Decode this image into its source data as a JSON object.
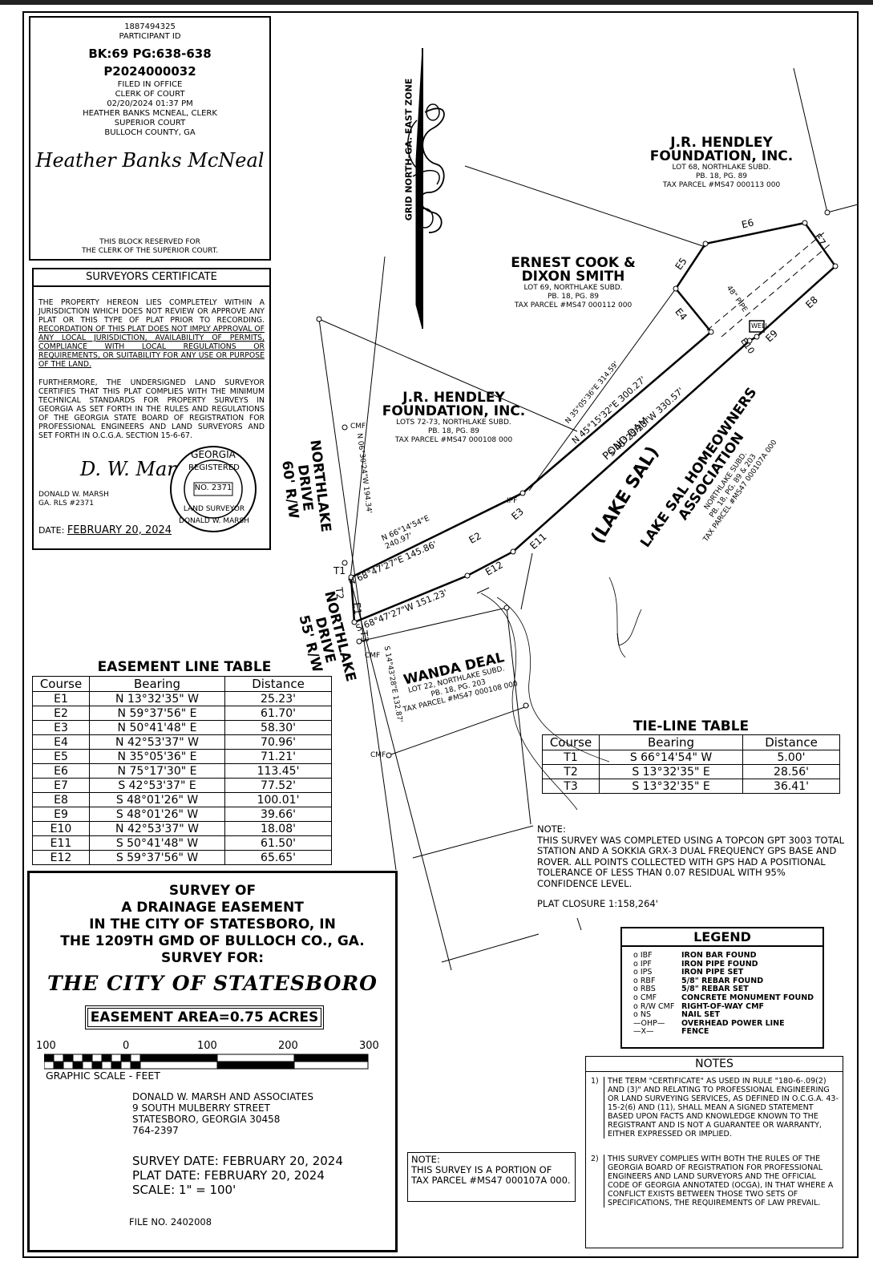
{
  "clerk_block": {
    "participant_id": "1887494325",
    "participant_label": "PARTICIPANT ID",
    "book_page": "BK:69 PG:638-638",
    "instrument": "P2024000032",
    "filed_lines": [
      "FILED IN OFFICE",
      "CLERK OF COURT",
      "02/20/2024 01:37 PM",
      "HEATHER BANKS MCNEAL, CLERK",
      "SUPERIOR COURT",
      "BULLOCH COUNTY, GA"
    ],
    "signature": "Heather Banks McNeal",
    "reserved_lines": [
      "THIS BLOCK RESERVED FOR",
      "THE CLERK OF THE SUPERIOR COURT."
    ]
  },
  "surveyor_cert": {
    "title": "SURVEYORS CERTIFICATE",
    "para1_plain": "THE PROPERTY HEREON LIES COMPLETELY WITHIN A JURISDICTION WHICH DOES NOT REVIEW OR APPROVE ANY PLAT OR THIS TYPE OF PLAT PRIOR TO RECORDING.",
    "para1_underlined": "RECORDATION OF THIS PLAT DOES NOT IMPLY APPROVAL OF ANY LOCAL JURISDICTION, AVAILABILITY OF PERMITS, COMPLIANCE WITH LOCAL REGULATIONS OR REQUIREMENTS, OR SUITABILITY FOR ANY USE OR PURPOSE OF THE LAND.",
    "para2": "FURTHERMORE, THE UNDERSIGNED LAND SURVEYOR CERTIFIES THAT THIS PLAT COMPLIES WITH THE MINIMUM TECHNICAL STANDARDS FOR PROPERTY SURVEYS IN GEORGIA AS SET FORTH IN THE RULES AND REGULATIONS OF THE GEORGIA STATE BOARD OF REGISTRATION FOR PROFESSIONAL ENGINEERS AND LAND SURVEYORS AND SET FORTH IN O.C.G.A. SECTION 15-6-67.",
    "surveyor_name": "DONALD W. MARSH",
    "rls": "GA. RLS #2371",
    "date_label": "DATE:",
    "date_value": "FEBRUARY 20, 2024",
    "seal_top": "GEORGIA",
    "seal_registered": "REGISTERED",
    "seal_no": "NO. 2371",
    "seal_lower": "LAND SURVEYOR",
    "seal_name": "DONALD W. MARSH"
  },
  "north_label": "GRID NORTH-GA. EAST ZONE",
  "parcels": {
    "hendley_top": {
      "name1": "J.R. HENDLEY",
      "name2": "FOUNDATION, INC.",
      "l1": "LOT 68, NORTHLAKE SUBD.",
      "l2": "PB. 18, PG. 89",
      "l3": "TAX PARCEL #MS47 000113 000"
    },
    "cook": {
      "name1": "ERNEST COOK &",
      "name2": "DIXON SMITH",
      "l1": "LOT 69, NORTHLAKE SUBD.",
      "l2": "PB. 18, PG. 89",
      "l3": "TAX PARCEL #MS47 000112 000"
    },
    "hendley_mid": {
      "name1": "J.R. HENDLEY",
      "name2": "FOUNDATION, INC.",
      "l1": "LOTS 72-73, NORTHLAKE SUBD.",
      "l2": "PB. 18, PG. 89",
      "l3": "TAX PARCEL #MS47 000108 000"
    },
    "wanda": {
      "name1": "WANDA DEAL",
      "l1": "LOT 22, NORTHLAKE SUBD.",
      "l2": "PB. 18, PG. 203",
      "l3": "TAX PARCEL #MS47 000108 000"
    },
    "lakesal": {
      "name1": "LAKE SAL HOMEOWNERS ASSOCIATION",
      "l1": "NORTHLAKE SUBD.",
      "l2": "PB. 18, PG. 89 & 203",
      "l3": "TAX PARCEL #MS47 000107A 000",
      "lake": "(LAKE SAL)"
    }
  },
  "map_labels": {
    "road1a": "NORTHLAKE DRIVE",
    "road1b": "60' R/W",
    "road2a": "NORTHLAKE DRIVE",
    "road2b": "55' R/W",
    "pond_dam": "POND DAM",
    "b1": "N 45°15'32\"E 300.27'",
    "b2": "S 45°25'23\"W 330.57'",
    "b3": "N 35°05'36\"E 314.59'",
    "b4": "N 66°14'54\"E 240.97'",
    "b5": "N 68°47'27\"E 145.86'",
    "b6": "S 68°47'27\"W 151.23'",
    "b7": "N 06°30'24\"W 194.34'",
    "b8": "S 14°43'28\"E 132.87'",
    "pipe": "48\" PIPE",
    "well": "WELL",
    "cmf": "CMF",
    "ipf": "IPF",
    "e_labels": [
      "E1",
      "E2",
      "E3",
      "E4",
      "E5",
      "E6",
      "E7",
      "E8",
      "E9",
      "E10",
      "E11",
      "E12"
    ],
    "t_labels": [
      "T1",
      "T2",
      "T3"
    ]
  },
  "easement_table": {
    "title": "EASEMENT LINE TABLE",
    "headers": [
      "Course",
      "Bearing",
      "Distance"
    ],
    "rows": [
      [
        "E1",
        "N 13°32'35\" W",
        "25.23'"
      ],
      [
        "E2",
        "N 59°37'56\" E",
        "61.70'"
      ],
      [
        "E3",
        "N 50°41'48\" E",
        "58.30'"
      ],
      [
        "E4",
        "N 42°53'37\" W",
        "70.96'"
      ],
      [
        "E5",
        "N 35°05'36\" E",
        "71.21'"
      ],
      [
        "E6",
        "N 75°17'30\" E",
        "113.45'"
      ],
      [
        "E7",
        "S 42°53'37\" E",
        "77.52'"
      ],
      [
        "E8",
        "S 48°01'26\" W",
        "100.01'"
      ],
      [
        "E9",
        "S 48°01'26\" W",
        "39.66'"
      ],
      [
        "E10",
        "N 42°53'37\" W",
        "18.08'"
      ],
      [
        "E11",
        "S 50°41'48\" W",
        "61.50'"
      ],
      [
        "E12",
        "S 59°37'56\" W",
        "65.65'"
      ]
    ]
  },
  "tie_table": {
    "title": "TIE-LINE TABLE",
    "headers": [
      "Course",
      "Bearing",
      "Distance"
    ],
    "rows": [
      [
        "T1",
        "S 66°14'54\" W",
        "5.00'"
      ],
      [
        "T2",
        "S 13°32'35\" E",
        "28.56'"
      ],
      [
        "T3",
        "S 13°32'35\" E",
        "36.41'"
      ]
    ]
  },
  "note_main": {
    "label": "NOTE:",
    "text": "THIS SURVEY WAS COMPLETED USING A TOPCON GPT 3003 TOTAL STATION AND A SOKKIA GRX-3 DUAL FREQUENCY GPS BASE AND ROVER. ALL POINTS COLLECTED WITH GPS HAD A POSITIONAL TOLERANCE OF LESS THAN 0.07 RESIDUAL WITH 95% CONFIDENCE LEVEL.",
    "closure": "PLAT CLOSURE 1:158,264'"
  },
  "legend": {
    "title": "LEGEND",
    "items": [
      [
        "o IBF",
        "IRON BAR FOUND"
      ],
      [
        "o IPF",
        "IRON PIPE FOUND"
      ],
      [
        "o IPS",
        "IRON PIPE SET"
      ],
      [
        "o RBF",
        "5/8\" REBAR FOUND"
      ],
      [
        "o RBS",
        "5/8\" REBAR SET"
      ],
      [
        "o CMF",
        "CONCRETE MONUMENT FOUND"
      ],
      [
        "o R/W CMF",
        "RIGHT-OF-WAY CMF"
      ],
      [
        "o NS",
        "NAIL SET"
      ],
      [
        "—OHP—",
        "OVERHEAD POWER LINE"
      ],
      [
        "—X—",
        "FENCE"
      ]
    ]
  },
  "title_block": {
    "lines": [
      "SURVEY OF",
      "A DRAINAGE EASEMENT",
      "IN THE CITY OF STATESBORO, IN",
      "THE 1209TH GMD OF BULLOCH CO., GA.",
      "SURVEY FOR:"
    ],
    "client": "THE CITY OF STATESBORO",
    "area": "EASEMENT AREA=0.75 ACRES",
    "scale_ticks": [
      "100",
      "0",
      "100",
      "200",
      "300"
    ],
    "scale_label": "GRAPHIC SCALE - FEET",
    "firm": [
      "DONALD W. MARSH AND ASSOCIATES",
      "9 SOUTH MULBERRY STREET",
      "STATESBORO, GEORGIA 30458",
      "764-2397"
    ],
    "survey_date": "SURVEY DATE: FEBRUARY 20, 2024",
    "plat_date": "PLAT DATE: FEBRUARY 20, 2024",
    "scale": "SCALE: 1\" = 100'",
    "file_no": "FILE NO. 2402008"
  },
  "note_small": {
    "label": "NOTE:",
    "text": "THIS SURVEY IS A PORTION OF TAX PARCEL #MS47 000107A 000."
  },
  "notes": {
    "title": "NOTES",
    "items": [
      {
        "num": "1)",
        "text": "THE TERM \"CERTIFICATE\" AS USED IN RULE \"180-6-.09(2) AND (3)\" AND RELATING TO PROFESSIONAL ENGINEERING OR LAND SURVEYING SERVICES, AS DEFINED IN O.C.G.A. 43-15-2(6) AND (11), SHALL MEAN A SIGNED STATEMENT BASED UPON FACTS AND KNOWLEDGE KNOWN TO THE REGISTRANT AND IS NOT A GUARANTEE OR WARRANTY, EITHER EXPRESSED OR IMPLIED."
      },
      {
        "num": "2)",
        "text": "THIS SURVEY COMPLIES WITH BOTH THE RULES OF THE GEORGIA BOARD OF REGISTRATION FOR PROFESSIONAL ENGINEERS AND LAND SURVEYORS AND THE OFFICIAL CODE OF GEORGIA ANNOTATED (OCGA), IN THAT WHERE A CONFLICT EXISTS BETWEEN THOSE TWO SETS OF SPECIFICATIONS, THE REQUIREMENTS OF LAW PREVAIL."
      }
    ]
  }
}
